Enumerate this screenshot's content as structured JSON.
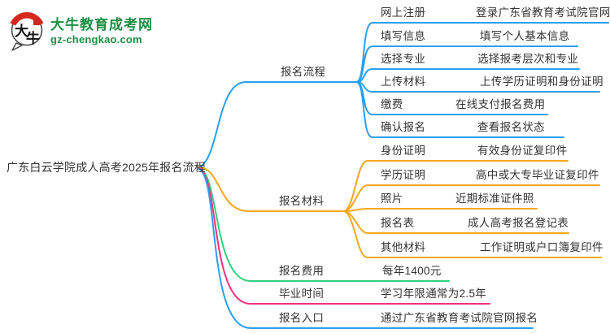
{
  "logo": {
    "icon_char_1": "大",
    "icon_char_2": "牛",
    "title": "大牛教育成考网",
    "url": "gz-chengkao.com"
  },
  "colors": {
    "blue": "#2b9ff0",
    "orange": "#f5a71f",
    "green": "#30d27d",
    "pink": "#f5317f",
    "brand_green": "#1e8e44",
    "seal_red": "#d5281e",
    "text": "#333333"
  },
  "root": {
    "title": "广东白云学院成人高考2025年报名流程"
  },
  "branches": [
    {
      "label": "报名流程",
      "color": "#2b9ff0",
      "children": [
        {
          "label": "网上注册",
          "leaf": "登录广东省教育考试院官网"
        },
        {
          "label": "填写信息",
          "leaf": "填写个人基本信息"
        },
        {
          "label": "选择专业",
          "leaf": "选择报考层次和专业"
        },
        {
          "label": "上传材料",
          "leaf": "上传学历证明和身份证明"
        },
        {
          "label": "缴费",
          "leaf": "在线支付报名费用"
        },
        {
          "label": "确认报名",
          "leaf": "查看报名状态"
        }
      ]
    },
    {
      "label": "报名材料",
      "color": "#f5a71f",
      "children": [
        {
          "label": "身份证明",
          "leaf": "有效身份证复印件"
        },
        {
          "label": "学历证明",
          "leaf": "高中或大专毕业证复印件"
        },
        {
          "label": "照片",
          "leaf": "近期标准证件照"
        },
        {
          "label": "报名表",
          "leaf": "成人高考报名登记表"
        },
        {
          "label": "其他材料",
          "leaf": "工作证明或户口簿复印件"
        }
      ]
    },
    {
      "label": "报名费用",
      "color": "#30d27d",
      "children": [
        {
          "leaf": "每年1400元"
        }
      ]
    },
    {
      "label": "毕业时间",
      "color": "#f5317f",
      "children": [
        {
          "leaf": "学习年限通常为2.5年"
        }
      ]
    },
    {
      "label": "报名入口",
      "color": "#2b9ff0",
      "children": [
        {
          "leaf": "通过广东省教育考试院官网报名"
        }
      ]
    }
  ]
}
